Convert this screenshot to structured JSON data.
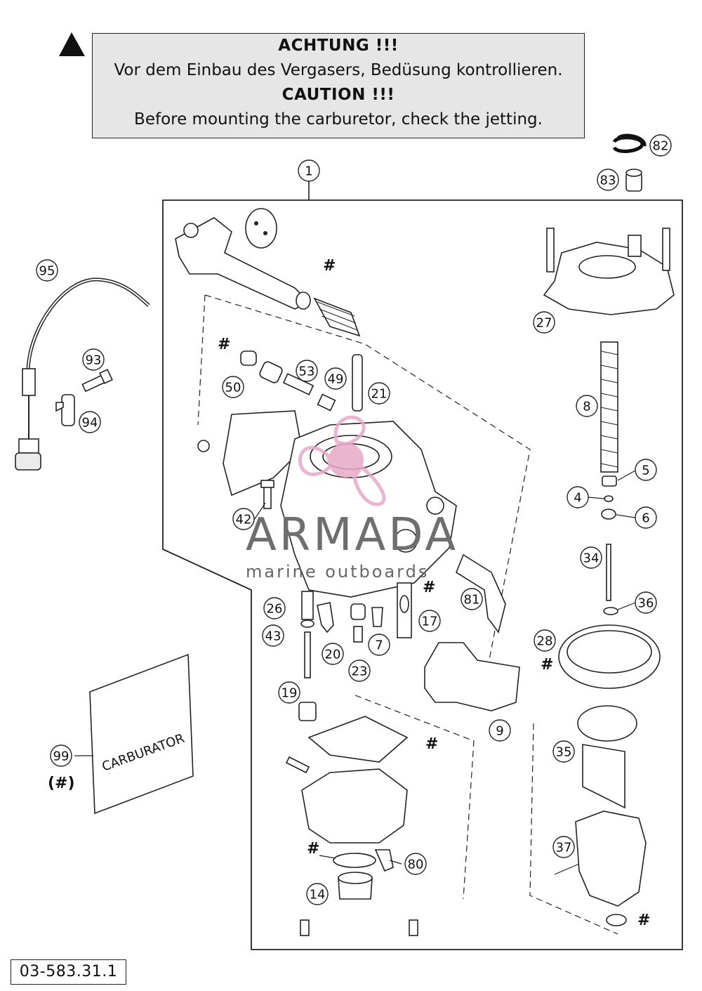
{
  "warning": {
    "title_de": "ACHTUNG !!!",
    "text_de": "Vor dem Einbau des Vergasers, Bedüsung kontrollieren.",
    "title_en": "CAUTION !!!",
    "text_en": "Before mounting the carburetor, check the jetting."
  },
  "callouts": [
    "1",
    "82",
    "83",
    "95",
    "93",
    "94",
    "50",
    "53",
    "49",
    "21",
    "27",
    "8",
    "5",
    "4",
    "6",
    "42",
    "34",
    "36",
    "26",
    "43",
    "20",
    "23",
    "7",
    "17",
    "81",
    "28",
    "19",
    "9",
    "35",
    "99",
    "37",
    "80",
    "14"
  ],
  "hash_mark": "#",
  "kit_note": "(#)",
  "bag_label": "CARBURATOR",
  "watermark": {
    "brand": "ARMADA",
    "tagline": "marine outboards"
  },
  "doc_code": "03-583.31.1",
  "colors": {
    "warning_bg": "#e6e6e6",
    "watermark_pink": "#e8a9c8",
    "watermark_grey": "#6e6e6e"
  }
}
